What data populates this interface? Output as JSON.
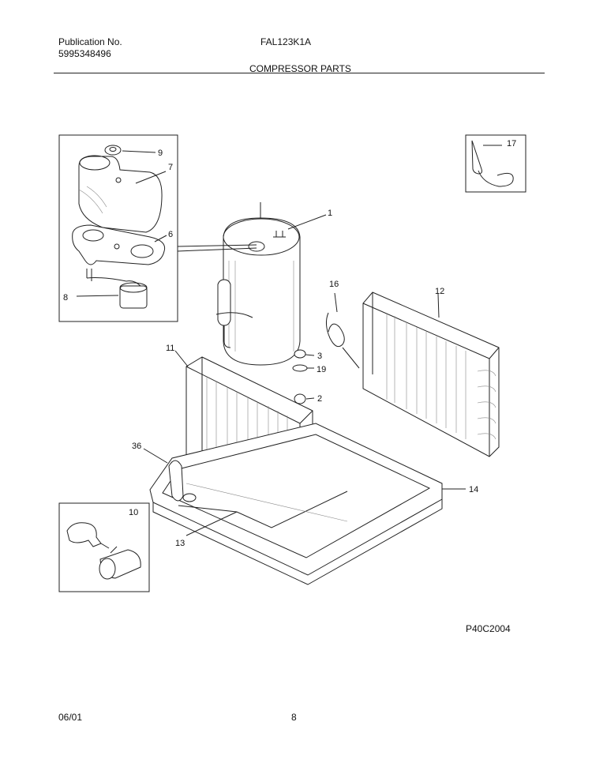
{
  "header": {
    "publication_label": "Publication No.",
    "publication_number": "5995348496",
    "model": "FAL123K1A",
    "section_title": "COMPRESSOR PARTS"
  },
  "diagram": {
    "figure_code": "P40C2004",
    "callouts": {
      "c1": "1",
      "c2": "2",
      "c3": "3",
      "c6": "6",
      "c7": "7",
      "c8": "8",
      "c9": "9",
      "c10": "10",
      "c11": "11",
      "c12": "12",
      "c13": "13",
      "c14": "14",
      "c16": "16",
      "c17": "17",
      "c19": "19",
      "c36": "36"
    }
  },
  "footer": {
    "date": "06/01",
    "page_number": "8"
  }
}
